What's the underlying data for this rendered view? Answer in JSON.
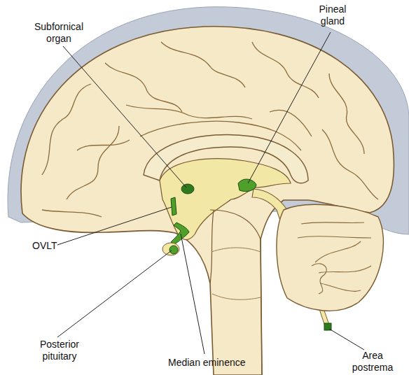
{
  "diagram": {
    "labels": [
      "Subfornical organ",
      "Pineal gland",
      "OVLT",
      "Posterior pituitary",
      "Median eminence",
      "Area postrema"
    ]
  }
}
